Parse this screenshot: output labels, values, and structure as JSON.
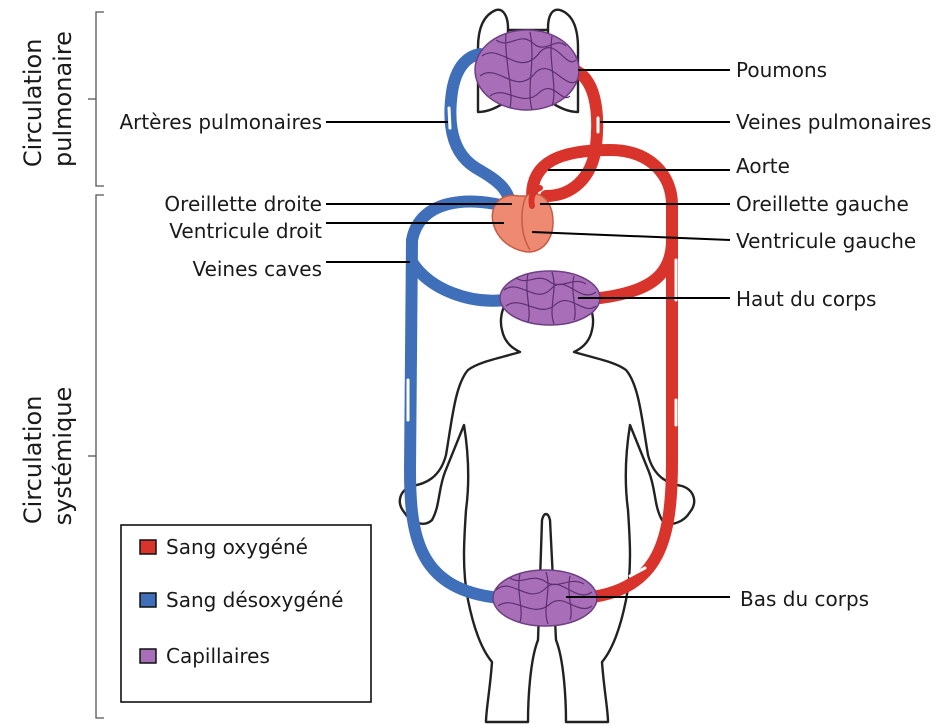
{
  "side_labels": {
    "pulmonary": [
      "Circulation",
      "pulmonaire"
    ],
    "systemic": [
      "Circulation",
      "systémique"
    ]
  },
  "labels": {
    "poumons": "Poumons",
    "arteres_pulmonaires": "Artères pulmonaires",
    "veines_pulmonaires": "Veines pulmonaires",
    "aorte": "Aorte",
    "oreillette_droite": "Oreillette droite",
    "oreillette_gauche": "Oreillette gauche",
    "ventricule_droit": "Ventricule droit",
    "ventricule_gauche": "Ventricule gauche",
    "veines_caves": "Veines caves",
    "haut_du_corps": "Haut du corps",
    "bas_du_corps": "Bas du corps"
  },
  "legend": [
    {
      "label": "Sang oxygéné",
      "color": "#d9342b"
    },
    {
      "label": "Sang désoxygéné",
      "color": "#3f6fb8"
    },
    {
      "label": "Capillaires",
      "color": "#a86fb8"
    }
  ],
  "colors": {
    "oxygenated": "#d9342b",
    "deoxygenated": "#3f6fb8",
    "capillaries": "#a86fb8",
    "heart": "#ef8a72"
  }
}
